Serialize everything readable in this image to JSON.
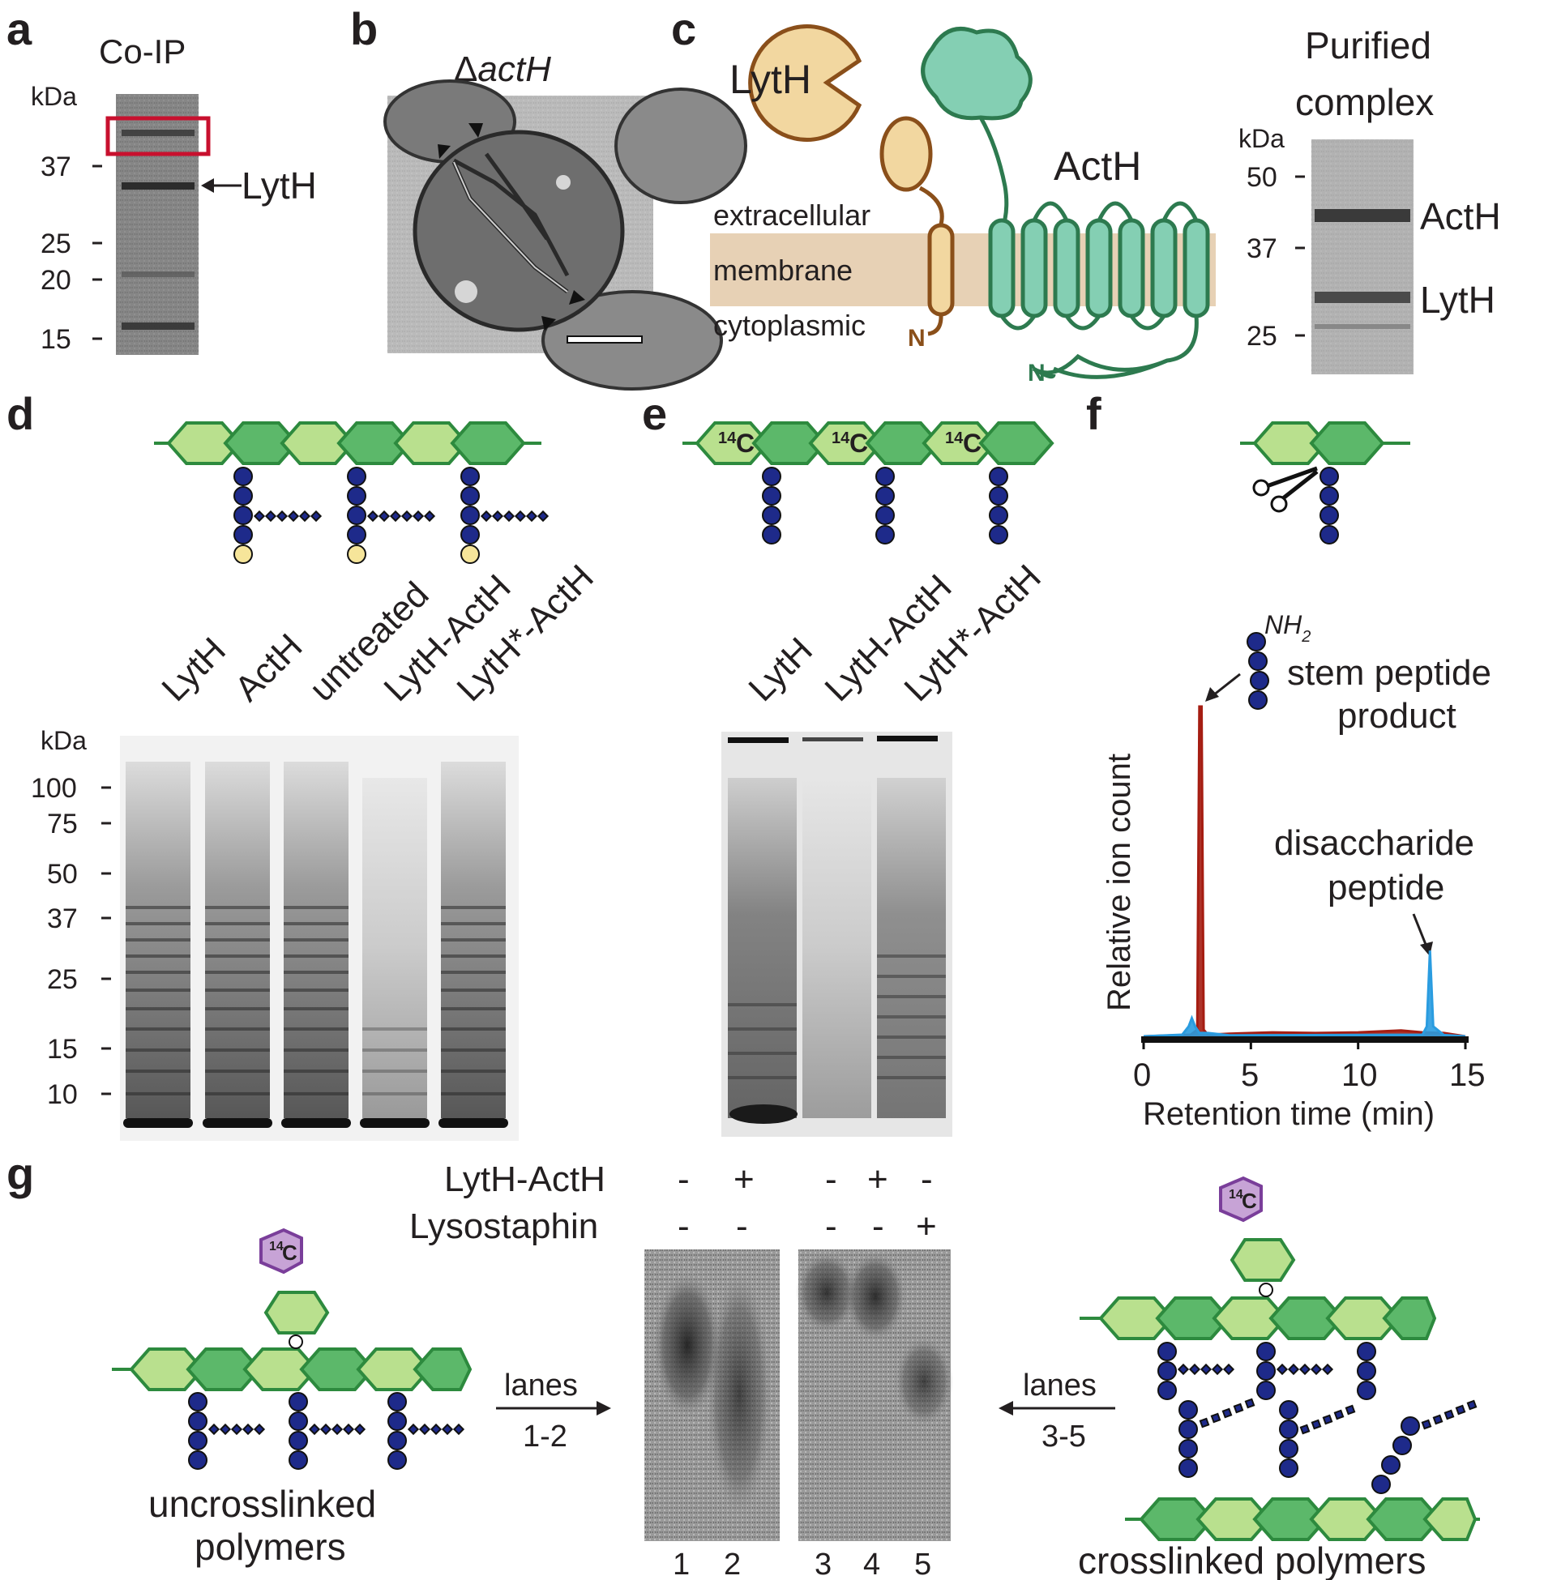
{
  "panels": {
    "a": {
      "label": "a",
      "title": "Co-IP",
      "unit": "kDa",
      "markers": [
        "37",
        "25",
        "20",
        "15"
      ],
      "band_label": "LytH"
    },
    "b": {
      "label": "b",
      "title_symbol": "Δ",
      "title_gene": "actH"
    },
    "c": {
      "label": "c",
      "protein1": "LytH",
      "protein2": "ActH",
      "regions": [
        "extracellular",
        "membrane",
        "cytoplasmic"
      ],
      "n_terminus": "N",
      "gel_title_line1": "Purified",
      "gel_title_line2": "complex",
      "unit": "kDa",
      "markers": [
        "50",
        "37",
        "25"
      ],
      "band_labels": [
        "ActH",
        "LytH"
      ]
    },
    "d": {
      "label": "d",
      "lanes": [
        "LytH",
        "ActH",
        "untreated",
        "LytH-ActH",
        "LytH*-ActH"
      ],
      "unit": "kDa",
      "markers": [
        "100",
        "75",
        "50",
        "37",
        "25",
        "15",
        "10"
      ]
    },
    "e": {
      "label": "e",
      "isotope_mass": "14",
      "isotope_element": "C",
      "lanes": [
        "LytH",
        "LytH-ActH",
        "LytH*-ActH"
      ]
    },
    "f": {
      "label": "f",
      "amine_label": "NH",
      "amine_subscript": "2",
      "peak1_line1": "stem peptide",
      "peak1_line2": "product",
      "peak2_line1": "disaccharide",
      "peak2_line2": "peptide",
      "ylabel": "Relative ion count",
      "xlabel": "Retention time (min)",
      "xticks": [
        "0",
        "5",
        "10",
        "15"
      ]
    },
    "g": {
      "label": "g",
      "row1_label": "LytH-ActH",
      "row2_label": "Lysostaphin",
      "row1_signs": [
        "-",
        "+",
        "-",
        "+",
        "-"
      ],
      "row2_signs": [
        "-",
        "-",
        "-",
        "-",
        "+"
      ],
      "lane_numbers": [
        "1",
        "2",
        "3",
        "4",
        "5"
      ],
      "left_arrow_line1": "lanes",
      "left_arrow_line2": "1-2",
      "right_arrow_line1": "lanes",
      "right_arrow_line2": "3-5",
      "left_caption_line1": "uncrosslinked",
      "left_caption_line2": "polymers",
      "right_caption": "crosslinked polymers"
    }
  },
  "chart_data": {
    "type": "line",
    "xlabel": "Retention time (min)",
    "ylabel": "Relative ion count",
    "xlim": [
      0,
      15
    ],
    "xticks": [
      0,
      5,
      10,
      15
    ],
    "series": [
      {
        "color": "#a51d12",
        "x": [
          0,
          2.2,
          2.5,
          2.6,
          2.7,
          2.8,
          3.0,
          4.0,
          6.0,
          8.0,
          10.0,
          12.0,
          13.0,
          14.0,
          15.0
        ],
        "y": [
          0,
          0.005,
          0.02,
          1.0,
          1.0,
          0.02,
          0.005,
          0.008,
          0.012,
          0.01,
          0.012,
          0.018,
          0.012,
          0.01,
          0.0
        ]
      },
      {
        "color": "#2a9ce0",
        "x": [
          0,
          1.8,
          2.1,
          2.25,
          2.4,
          2.6,
          3.0,
          4.0,
          13.0,
          13.2,
          13.35,
          13.5,
          14.0,
          15.0
        ],
        "y": [
          0,
          0.005,
          0.03,
          0.055,
          0.03,
          0.01,
          0.01,
          0.003,
          0.005,
          0.03,
          0.26,
          0.03,
          0.004,
          0.0
        ]
      }
    ]
  }
}
